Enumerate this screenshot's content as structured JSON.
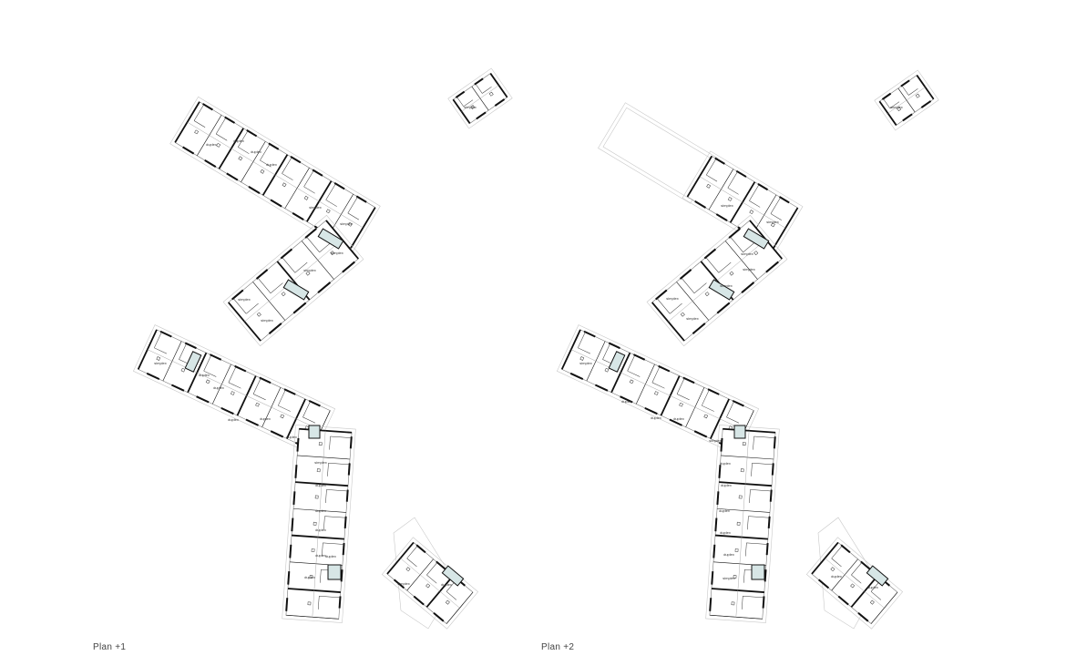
{
  "colors": {
    "wall": "#111111",
    "outline": "#c8c8c8",
    "core": "#d7e6e6",
    "label": "#333333"
  },
  "plans": [
    {
      "title": "Plan +1",
      "labels": [
        "simplex",
        "duplex",
        "duplex",
        "duplex",
        "duplex",
        "simplex",
        "simplex",
        "simplex",
        "simplex",
        "simplex",
        "simplex",
        "simplex",
        "duplex",
        "duplex",
        "duplex",
        "duplex",
        "duplex",
        "simplex",
        "duplex",
        "duplex",
        "duplex",
        "duplex",
        "duplex",
        "simplex",
        "duplex",
        "duplex"
      ]
    },
    {
      "title": "Plan +2",
      "labels": [
        "simplex",
        "simplex",
        "simplex",
        "simplex",
        "simplex",
        "simplex",
        "simplex",
        "simplex",
        "simplex",
        "duplex",
        "duplex",
        "duplex",
        "simplex",
        "duplex",
        "duplex",
        "duplex",
        "duplex",
        "duplex",
        "simplex",
        "duplex",
        "duplex"
      ]
    }
  ]
}
